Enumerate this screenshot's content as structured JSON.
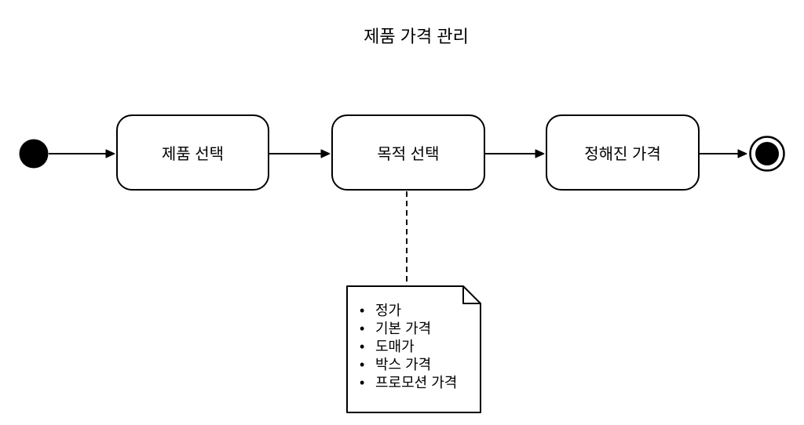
{
  "title": "제품 가격 관리",
  "activities": [
    {
      "label": "제품 선택"
    },
    {
      "label": "목적 선택"
    },
    {
      "label": "정해진 가격"
    }
  ],
  "note": {
    "attached_to": "목적 선택",
    "bullet": "•",
    "items": [
      "정가",
      "기본 가격",
      "도매가",
      "박스 가격",
      "프로모션 가격"
    ]
  },
  "colors": {
    "stroke": "#000000",
    "fill": "#ffffff",
    "text": "#000000"
  }
}
